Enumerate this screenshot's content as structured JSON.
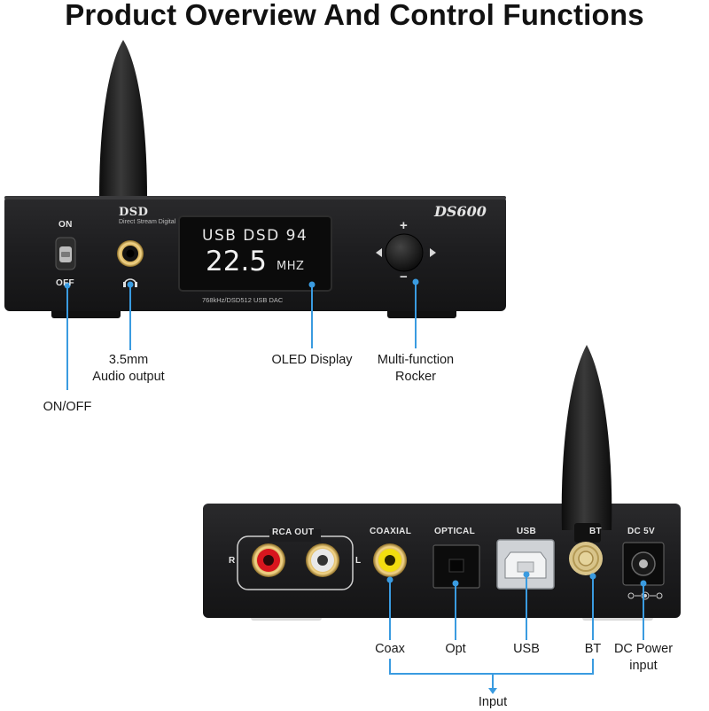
{
  "title": "Product Overview And Control Functions",
  "front_panel": {
    "logo_main": "DSD",
    "logo_sub": "Direct Stream Digital",
    "model": "DS600",
    "switch_on": "ON",
    "switch_off": "OFF",
    "display_line1": "USB  DSD  94",
    "display_freq": "22.5",
    "display_unit": "MHZ",
    "subcaption": "768kHz/DSD512 USB DAC",
    "rocker_plus": "+",
    "rocker_minus": "−"
  },
  "rear_panel": {
    "rca_out": "RCA OUT",
    "rca_r": "R",
    "rca_l": "L",
    "coaxial": "COAXIAL",
    "optical": "OPTICAL",
    "usb": "USB",
    "bt": "BT",
    "dc": "DC 5V"
  },
  "callouts": {
    "audio_output": "3.5mm\nAudio output",
    "oled_display": "OLED Display",
    "rocker": "Multi-function\nRocker",
    "onoff": "ON/OFF",
    "coax": "Coax",
    "opt": "Opt",
    "usb": "USB",
    "bt": "BT",
    "dc_power": "DC Power\ninput",
    "input": "Input"
  },
  "colors": {
    "callout_line": "#3a9be0",
    "device_body": "#1c1c1e",
    "rca_red": "#d8161e",
    "rca_white": "#e8e8e8",
    "coax_yellow": "#f2de10"
  }
}
